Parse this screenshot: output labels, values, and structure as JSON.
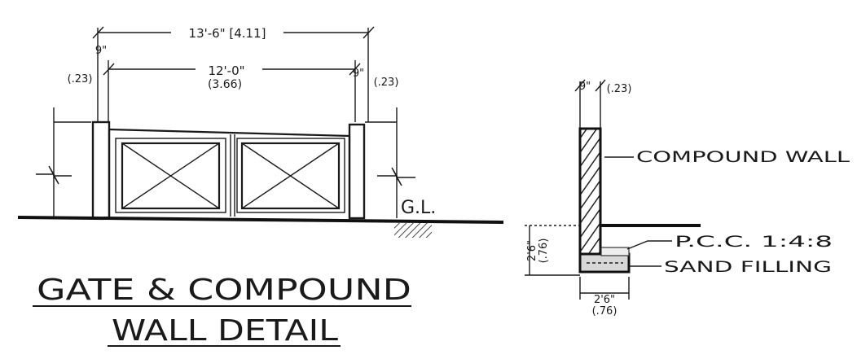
{
  "elevation": {
    "overall_dim": "13'-6\" [4.11]",
    "opening_dim": "12'-0\"",
    "opening_dim_metric": "(3.66)",
    "left_pier_dim": "9\"",
    "left_pier_metric": "(.23)",
    "right_pier_dim": "9\"",
    "right_pier_metric": "(.23)",
    "ground_label": "G.L."
  },
  "section": {
    "wall_thickness_dim": "9\"",
    "wall_thickness_metric": "(.23)",
    "wall_label": "COMPOUND WALL",
    "pcc_label": "P.C.C. 1:4:8",
    "sand_label": "SAND FILLING",
    "depth_dim": "2'6\"",
    "depth_metric": "(.76)",
    "width_dim": "2'6\"",
    "width_metric": "(.76)"
  },
  "title": {
    "line1": "GATE & COMPOUND",
    "line2": "WALL DETAIL"
  }
}
